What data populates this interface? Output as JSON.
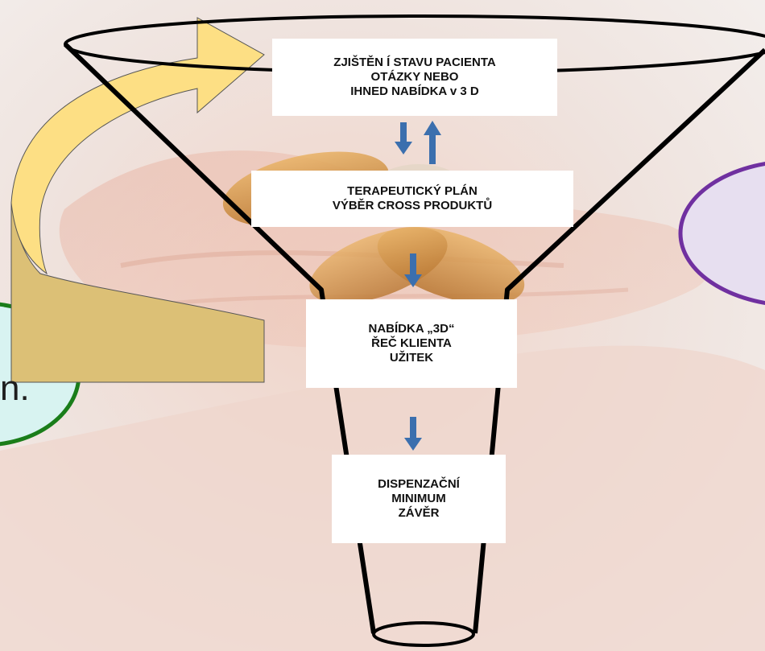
{
  "steps": [
    {
      "lines": [
        "ZJIŠTĚN Í STAVU PACIENTA",
        "OTÁZKY NEBO",
        "IHNED NABÍDKA v 3 D"
      ]
    },
    {
      "lines": [
        "TERAPEUTICKÝ PLÁN",
        "VÝBĚR  CROSS PRODUKTŮ"
      ]
    },
    {
      "lines": [
        "NABÍDKA „3D“",
        "ŘEČ KLIENTA",
        "UŽITEK"
      ]
    },
    {
      "lines": [
        "DISPENZAČNÍ",
        "MINIMUM",
        "ZÁVĚR"
      ]
    }
  ],
  "left_bubble_text": "n.",
  "colors": {
    "funnel_stroke": "#000000",
    "arrow_blue": "#3b6fae",
    "feedback_arrow_top": "#fddf84",
    "feedback_arrow_bottom": "#dcc076",
    "left_bubble_fill": "#d8f3f1",
    "left_bubble_stroke": "#1a7d1a",
    "right_bubble_fill": "#e7dff0",
    "right_bubble_stroke": "#7030a0"
  }
}
